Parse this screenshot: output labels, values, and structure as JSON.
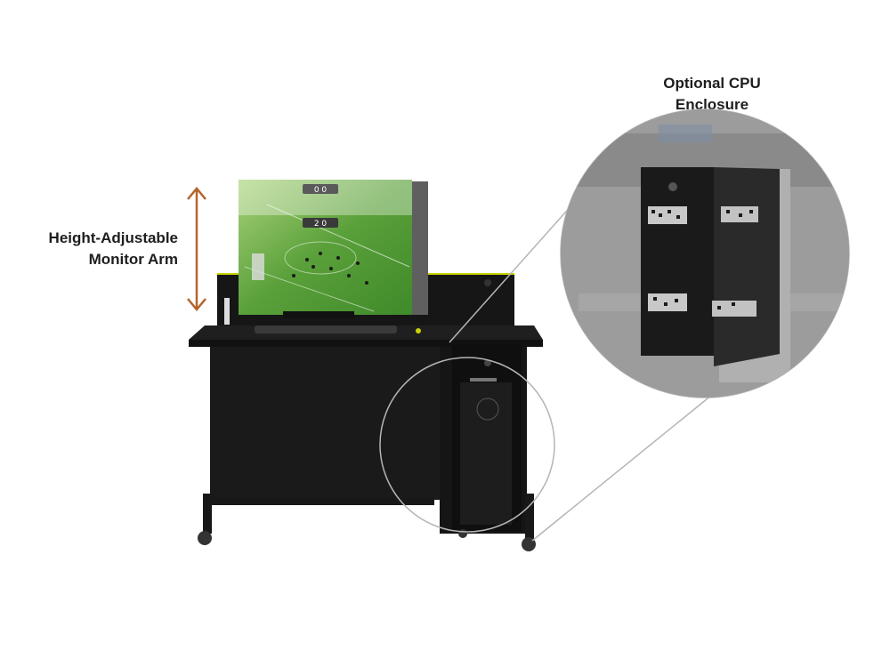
{
  "labels": {
    "arm_line1": "Height-Adjustable",
    "arm_line2": "Monitor Arm",
    "cpu_line1": "Optional CPU",
    "cpu_line2": "Enclosure"
  },
  "screen": {
    "score_top": "0 0",
    "score_mid": "2 0"
  },
  "colors": {
    "arrow": "#b4642a",
    "desk": "#1b1b1b",
    "accent": "#c8d400",
    "pitch": "#5aa03a",
    "circle": "#b5b5b5"
  },
  "icons": {
    "arrow": "double-headed-vertical-arrow"
  }
}
